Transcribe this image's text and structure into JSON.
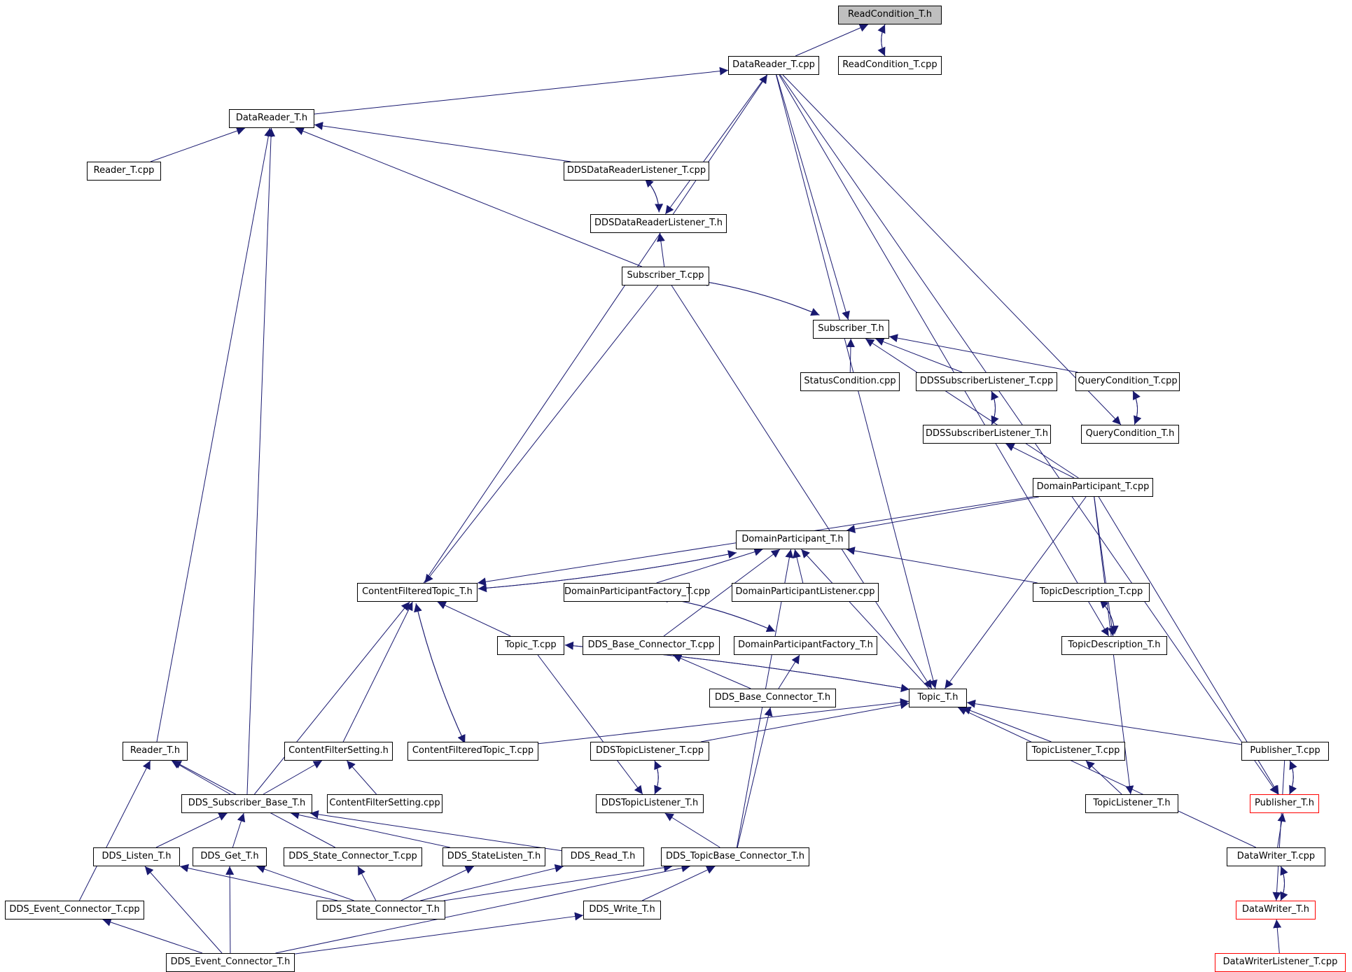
{
  "graph": {
    "nodes": {
      "rc_h": {
        "label": "ReadCondition_T.h",
        "style": "root"
      },
      "rc_cpp": {
        "label": "ReadCondition_T.cpp"
      },
      "dr_cpp": {
        "label": "DataReader_T.cpp"
      },
      "dr_h": {
        "label": "DataReader_T.h"
      },
      "rd_cpp": {
        "label": "Reader_T.cpp"
      },
      "ddrl_cpp": {
        "label": "DDSDataReaderListener_T.cpp"
      },
      "ddrl_h": {
        "label": "DDSDataReaderListener_T.h"
      },
      "sub_cpp": {
        "label": "Subscriber_T.cpp"
      },
      "sub_h": {
        "label": "Subscriber_T.h"
      },
      "sc_cpp": {
        "label": "StatusCondition.cpp"
      },
      "dsl_cpp": {
        "label": "DDSSubscriberListener_T.cpp"
      },
      "qc_cpp": {
        "label": "QueryCondition_T.cpp"
      },
      "dsl_h": {
        "label": "DDSSubscriberListener_T.h"
      },
      "qc_h": {
        "label": "QueryCondition_T.h"
      },
      "dp_cpp": {
        "label": "DomainParticipant_T.cpp"
      },
      "dp_h": {
        "label": "DomainParticipant_T.h"
      },
      "cft_h": {
        "label": "ContentFilteredTopic_T.h"
      },
      "dpf_cpp": {
        "label": "DomainParticipantFactory_T.cpp"
      },
      "dpl_cpp": {
        "label": "DomainParticipantListener.cpp"
      },
      "td_cpp": {
        "label": "TopicDescription_T.cpp"
      },
      "topic_cpp": {
        "label": "Topic_T.cpp"
      },
      "dbc_cpp": {
        "label": "DDS_Base_Connector_T.cpp"
      },
      "dpf_h": {
        "label": "DomainParticipantFactory_T.h"
      },
      "td_h": {
        "label": "TopicDescription_T.h"
      },
      "dbc_h": {
        "label": "DDS_Base_Connector_T.h"
      },
      "topic_h": {
        "label": "Topic_T.h"
      },
      "reader_h": {
        "label": "Reader_T.h"
      },
      "cfs_h": {
        "label": "ContentFilterSetting.h"
      },
      "cft_cpp": {
        "label": "ContentFilteredTopic_T.cpp"
      },
      "dtl_cpp": {
        "label": "DDSTopicListener_T.cpp"
      },
      "tl_cpp": {
        "label": "TopicListener_T.cpp"
      },
      "pub_cpp": {
        "label": "Publisher_T.cpp"
      },
      "dsb_h": {
        "label": "DDS_Subscriber_Base_T.h"
      },
      "cfs_cpp": {
        "label": "ContentFilterSetting.cpp"
      },
      "dtl_h": {
        "label": "DDSTopicListener_T.h"
      },
      "tl_h": {
        "label": "TopicListener_T.h"
      },
      "pub_h": {
        "label": "Publisher_T.h",
        "style": "trunc"
      },
      "listen_h": {
        "label": "DDS_Listen_T.h"
      },
      "get_h": {
        "label": "DDS_Get_T.h"
      },
      "stc_cpp": {
        "label": "DDS_State_Connector_T.cpp"
      },
      "sl_h": {
        "label": "DDS_StateListen_T.h"
      },
      "read_h": {
        "label": "DDS_Read_T.h"
      },
      "tbc_h": {
        "label": "DDS_TopicBase_Connector_T.h"
      },
      "dw_cpp": {
        "label": "DataWriter_T.cpp"
      },
      "ec_cpp": {
        "label": "DDS_Event_Connector_T.cpp"
      },
      "stc_h": {
        "label": "DDS_State_Connector_T.h"
      },
      "write_h": {
        "label": "DDS_Write_T.h"
      },
      "dw_h": {
        "label": "DataWriter_T.h",
        "style": "trunc"
      },
      "ec_h": {
        "label": "DDS_Event_Connector_T.h"
      },
      "dwl_cpp": {
        "label": "DataWriterListener_T.cpp",
        "style": "trunc"
      }
    },
    "edges": [
      [
        "dr_cpp",
        "rc_h"
      ],
      [
        "rc_cpp",
        "rc_h"
      ],
      [
        "rc_h",
        "rc_cpp"
      ],
      [
        "dr_h",
        "dr_cpp"
      ],
      [
        "cft_h",
        "dr_cpp"
      ],
      [
        "rd_cpp",
        "dr_h"
      ],
      [
        "ddrl_cpp",
        "dr_h"
      ],
      [
        "sub_cpp",
        "dr_h"
      ],
      [
        "reader_h",
        "dr_h"
      ],
      [
        "dsb_h",
        "dr_h"
      ],
      [
        "dr_cpp",
        "ddrl_h"
      ],
      [
        "dr_cpp",
        "sub_h"
      ],
      [
        "dr_cpp",
        "topic_h"
      ],
      [
        "dr_cpp",
        "qc_h"
      ],
      [
        "dr_cpp",
        "td_h"
      ],
      [
        "dr_cpp",
        "pub_h"
      ],
      [
        "ddrl_cpp",
        "ddrl_h"
      ],
      [
        "ddrl_h",
        "ddrl_cpp"
      ],
      [
        "sub_cpp",
        "ddrl_h"
      ],
      [
        "sub_cpp",
        "sub_h"
      ],
      [
        "sub_h",
        "sub_cpp"
      ],
      [
        "sub_cpp",
        "cft_h"
      ],
      [
        "sub_cpp",
        "topic_h"
      ],
      [
        "sc_cpp",
        "sub_h"
      ],
      [
        "dsl_cpp",
        "sub_h"
      ],
      [
        "qc_cpp",
        "sub_h"
      ],
      [
        "dp_cpp",
        "sub_h"
      ],
      [
        "dsl_cpp",
        "dsl_h"
      ],
      [
        "dsl_h",
        "dsl_cpp"
      ],
      [
        "qc_cpp",
        "qc_h"
      ],
      [
        "qc_h",
        "qc_cpp"
      ],
      [
        "dp_cpp",
        "dsl_h"
      ],
      [
        "dp_cpp",
        "dp_h"
      ],
      [
        "dp_cpp",
        "cft_h"
      ],
      [
        "dp_cpp",
        "topic_h"
      ],
      [
        "dp_cpp",
        "td_h"
      ],
      [
        "dp_cpp",
        "tl_h"
      ],
      [
        "dp_cpp",
        "pub_h"
      ],
      [
        "dp_h",
        "cft_h"
      ],
      [
        "cft_h",
        "dp_h"
      ],
      [
        "dpl_cpp",
        "dp_h"
      ],
      [
        "dpf_cpp",
        "dp_h"
      ],
      [
        "td_cpp",
        "dp_h"
      ],
      [
        "dbc_cpp",
        "dp_h"
      ],
      [
        "tbc_h",
        "dp_h"
      ],
      [
        "topic_h",
        "dp_h"
      ],
      [
        "topic_cpp",
        "cft_h"
      ],
      [
        "cfs_h",
        "cft_h"
      ],
      [
        "cft_cpp",
        "cft_h"
      ],
      [
        "cft_h",
        "cft_cpp"
      ],
      [
        "dsb_h",
        "cft_h"
      ],
      [
        "dpf_cpp",
        "dpf_h"
      ],
      [
        "dpf_h",
        "dpf_cpp"
      ],
      [
        "dbc_h",
        "dpf_h"
      ],
      [
        "dbc_h",
        "dbc_cpp"
      ],
      [
        "td_cpp",
        "td_h"
      ],
      [
        "td_h",
        "td_cpp"
      ],
      [
        "topic_cpp",
        "topic_h"
      ],
      [
        "topic_h",
        "topic_cpp"
      ],
      [
        "topic_cpp",
        "dtl_h"
      ],
      [
        "cft_cpp",
        "topic_h"
      ],
      [
        "dtl_cpp",
        "topic_h"
      ],
      [
        "tl_cpp",
        "topic_h"
      ],
      [
        "pub_cpp",
        "topic_h"
      ],
      [
        "dw_cpp",
        "topic_h"
      ],
      [
        "tbc_h",
        "dbc_h"
      ],
      [
        "dtl_cpp",
        "dtl_h"
      ],
      [
        "dtl_h",
        "dtl_cpp"
      ],
      [
        "tbc_h",
        "dtl_h"
      ],
      [
        "tl_h",
        "tl_cpp"
      ],
      [
        "pub_cpp",
        "pub_h"
      ],
      [
        "pub_h",
        "pub_cpp"
      ],
      [
        "pub_cpp",
        "dw_h"
      ],
      [
        "dw_cpp",
        "pub_h"
      ],
      [
        "dw_cpp",
        "dw_h"
      ],
      [
        "dw_h",
        "dw_cpp"
      ],
      [
        "dwl_cpp",
        "dw_h"
      ],
      [
        "dsb_h",
        "reader_h"
      ],
      [
        "stc_cpp",
        "reader_h"
      ],
      [
        "ec_cpp",
        "reader_h"
      ],
      [
        "dsb_h",
        "cfs_h"
      ],
      [
        "cfs_cpp",
        "cfs_h"
      ],
      [
        "listen_h",
        "dsb_h"
      ],
      [
        "get_h",
        "dsb_h"
      ],
      [
        "sl_h",
        "dsb_h"
      ],
      [
        "read_h",
        "dsb_h"
      ],
      [
        "stc_h",
        "listen_h"
      ],
      [
        "ec_h",
        "listen_h"
      ],
      [
        "stc_h",
        "get_h"
      ],
      [
        "ec_h",
        "get_h"
      ],
      [
        "stc_h",
        "stc_cpp"
      ],
      [
        "stc_h",
        "sl_h"
      ],
      [
        "stc_h",
        "read_h"
      ],
      [
        "stc_h",
        "tbc_h"
      ],
      [
        "ec_h",
        "tbc_h"
      ],
      [
        "write_h",
        "tbc_h"
      ],
      [
        "ec_h",
        "write_h"
      ],
      [
        "ec_h",
        "ec_cpp"
      ]
    ]
  }
}
